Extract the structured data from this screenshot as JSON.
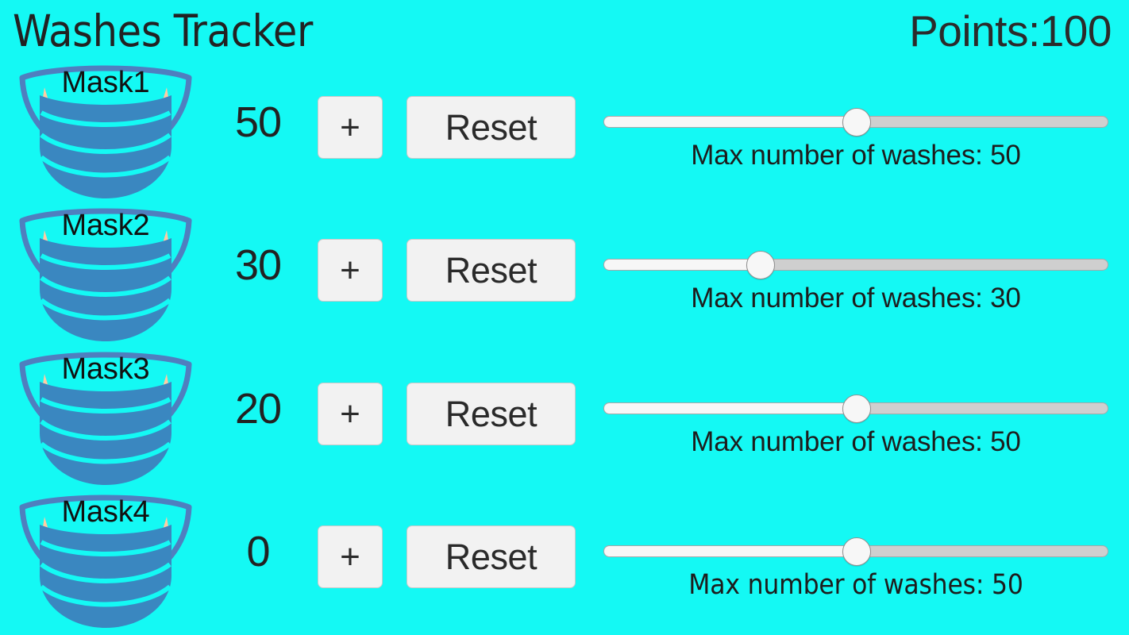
{
  "app": {
    "title": "Washes Tracker",
    "points_label": "Points:100",
    "background_color": "#14f9f4",
    "text_color": "#222222",
    "button_color": "#f2f2f2",
    "mask_color": "#3a87c0",
    "mask_loop_color": "#4f7fbf",
    "mask_ear_color": "#ffcba4"
  },
  "controls": {
    "increment_label": "+",
    "reset_label": "Reset"
  },
  "rows": [
    {
      "mask_label": "Mask1",
      "count": "50",
      "slider_percent": 50,
      "slider_caption": "Max number of washes: 50",
      "max_washes": 50
    },
    {
      "mask_label": "Mask2",
      "count": "30",
      "slider_percent": 31,
      "slider_caption": "Max number of washes: 30",
      "max_washes": 30
    },
    {
      "mask_label": "Mask3",
      "count": "20",
      "slider_percent": 50,
      "slider_caption": "Max number of washes: 50",
      "max_washes": 50
    },
    {
      "mask_label": "Mask4",
      "count": "0",
      "slider_percent": 50,
      "slider_caption": "Max number of washes: 50",
      "max_washes": 50
    }
  ]
}
